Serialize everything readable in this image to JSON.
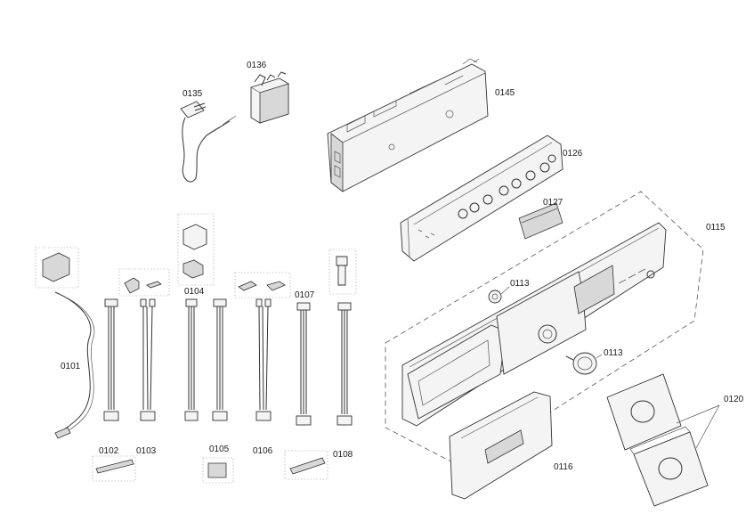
{
  "parts": {
    "p0101": "0101",
    "p0102": "0102",
    "p0103": "0103",
    "p0104": "0104",
    "p0105": "0105",
    "p0106": "0106",
    "p0107": "0107",
    "p0108": "0108",
    "p0113a": "0113",
    "p0113b": "0113",
    "p0115": "0115",
    "p0116": "0116",
    "p0120": "0120",
    "p0126": "0126",
    "p0127": "0127",
    "p0135": "0135",
    "p0136": "0136",
    "p0145": "0145"
  }
}
